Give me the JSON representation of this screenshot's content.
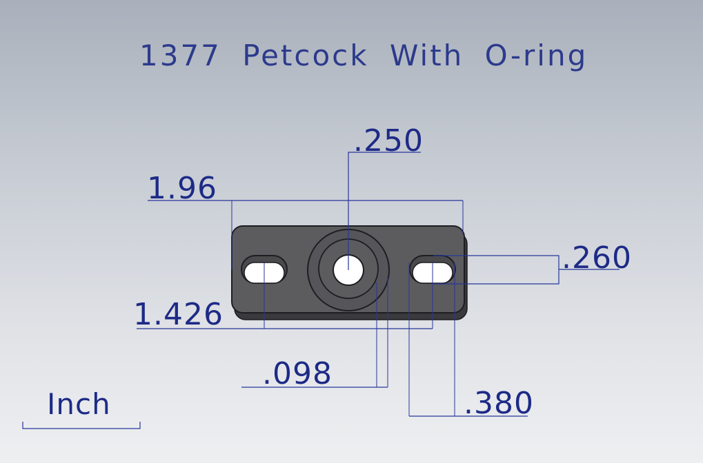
{
  "title": "1377 Petcock With O-ring",
  "units": "Inch",
  "dimensions": {
    "top_center": ".250",
    "overall_width": "1.96",
    "right_side": ".260",
    "slot_spacing": "1.426",
    "bottom_center": ".098",
    "bottom_right": ".380"
  },
  "colors": {
    "dimension_line": "#27359a",
    "part_face": "#5c5c5e",
    "part_edge": "#1e1e22"
  }
}
